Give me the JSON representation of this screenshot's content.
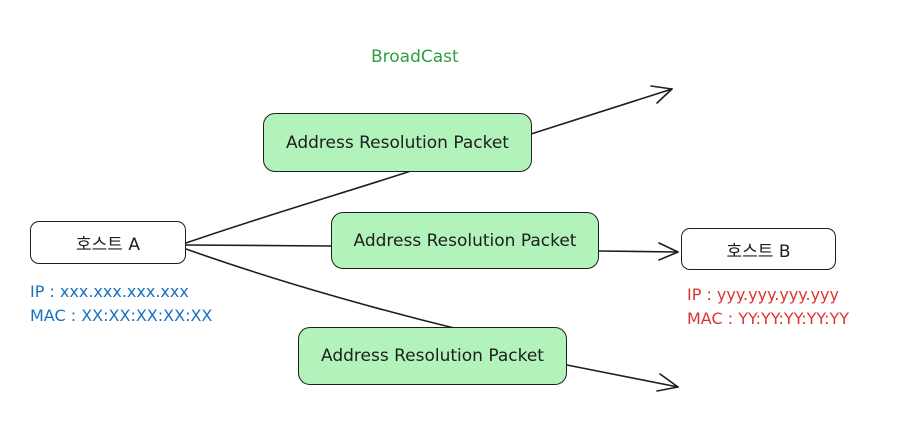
{
  "diagram": {
    "title": "BroadCast",
    "host_a": {
      "label": "호스트 A",
      "ip": "IP : xxx.xxx.xxx.xxx",
      "mac": "MAC : XX:XX:XX:XX:XX"
    },
    "host_b": {
      "label": "호스트 B",
      "ip": "IP : yyy.yyy.yyy.yyy",
      "mac": "MAC : YY:YY:YY:YY:YY"
    },
    "packets": [
      {
        "label": "Address Resolution Packet"
      },
      {
        "label": "Address Resolution Packet"
      },
      {
        "label": "Address Resolution Packet"
      }
    ]
  },
  "colors": {
    "title": "#2f9e44",
    "packet_fill": "#b2f2bb",
    "host_a_text": "#1971c2",
    "host_b_text": "#e03131",
    "stroke": "#1e1e1e"
  }
}
